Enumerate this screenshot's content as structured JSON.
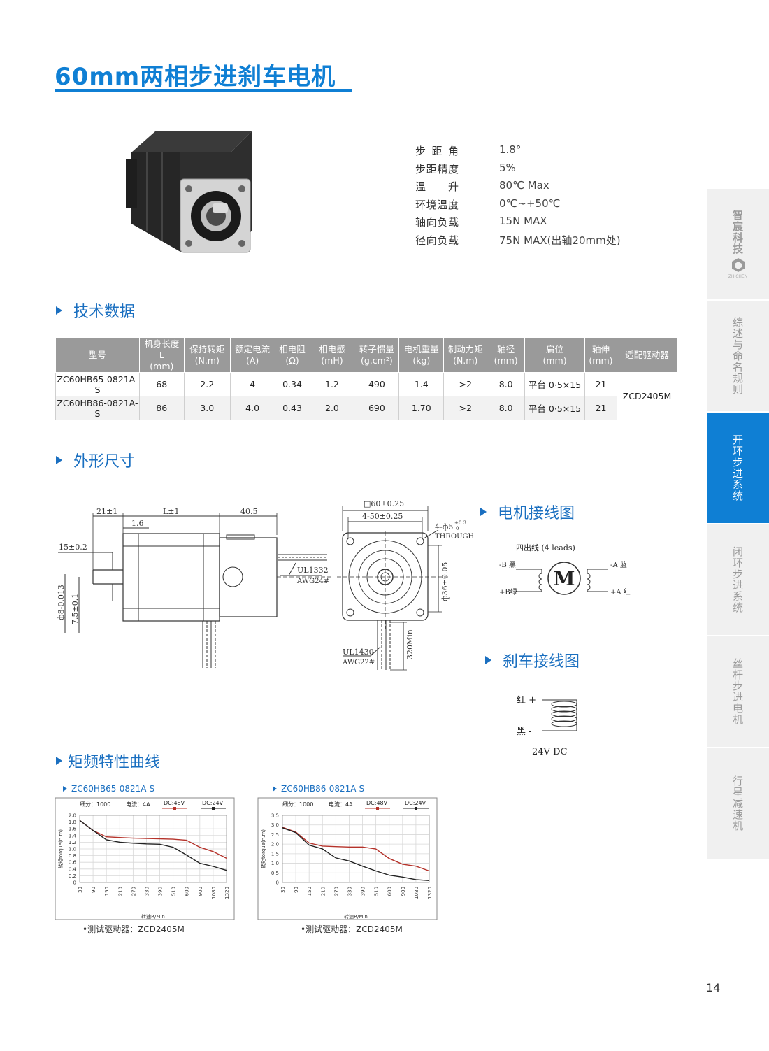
{
  "page": {
    "title": "60mm两相步进刹车电机",
    "page_number": "14"
  },
  "specs": [
    {
      "label": "步距角",
      "value": "1.8°"
    },
    {
      "label": "步距精度",
      "value": "5%"
    },
    {
      "label": "温升",
      "value": "80℃ Max"
    },
    {
      "label": "环境温度",
      "value": "0℃~+50℃"
    },
    {
      "label": "轴向负载",
      "value": "15N MAX"
    },
    {
      "label": "径向负载",
      "value": "75N MAX(出轴20mm处)"
    }
  ],
  "sections": {
    "tech": "技术数据",
    "outline": "外形尺寸",
    "motor_wiring": "电机接线图",
    "brake_wiring": "刹车接线图",
    "torque": "矩频特性曲线"
  },
  "tech_table": {
    "headers": [
      [
        "型号",
        ""
      ],
      [
        "机身长度 L",
        "(mm)"
      ],
      [
        "保持转矩",
        "(N.m)"
      ],
      [
        "额定电流",
        "(A)"
      ],
      [
        "相电阻",
        "(Ω)"
      ],
      [
        "相电感",
        "(mH)"
      ],
      [
        "转子惯量",
        "(g.cm²)"
      ],
      [
        "电机重量",
        "(kg)"
      ],
      [
        "制动力矩",
        "(N.m)"
      ],
      [
        "轴径",
        "(mm)"
      ],
      [
        "扁位",
        "(mm)"
      ],
      [
        "轴伸",
        "(mm)"
      ],
      [
        "适配驱动器",
        ""
      ]
    ],
    "rows": [
      [
        "ZC60HB65-0821A-S",
        "68",
        "2.2",
        "4",
        "0.34",
        "1.2",
        "490",
        "1.4",
        ">2",
        "8.0",
        "平台 0·5×15",
        "21"
      ],
      [
        "ZC60HB86-0821A-S",
        "86",
        "3.0",
        "4.0",
        "0.43",
        "2.0",
        "690",
        "1.70",
        ">2",
        "8.0",
        "平台 0·5×15",
        "21"
      ]
    ],
    "driver": "ZCD2405M"
  },
  "side_drawing": {
    "dim_21": "21±1",
    "dim_L": "L±1",
    "dim_405": "40.5",
    "dim_16": "1.6",
    "dim_15": "15±0.2",
    "dim_shaft": "ф8-0.013",
    "dim_75": "7.5±0.1",
    "cable1": "UL1332",
    "cable1_awg": "AWG24#"
  },
  "front_drawing": {
    "dim_60": "□60±0.25",
    "dim_450": "4-50±0.25",
    "dim_holes": "4-ф5",
    "dim_holes_tol": "+0.3",
    "dim_holes_tol2": "0",
    "through": "THROUGH",
    "dim_36": "ф36±0.05",
    "cable2": "UL1430",
    "cable2_awg": "AWG22#",
    "dim_320": "320Min"
  },
  "motor_wiring": {
    "leads_label": "四出线 (4 leads)",
    "b_minus": "-B 黑",
    "b_plus": "+B绿",
    "a_minus": "-A 蓝",
    "a_plus": "+A 红",
    "motor_letter": "M"
  },
  "brake_wiring": {
    "red": "红 +",
    "black": "黑 -",
    "voltage": "24V DC"
  },
  "sidebar": {
    "brand": "智宸科技",
    "brand_small": "ZHICHEN",
    "items": [
      "综述与命名规则",
      "开环步进系统",
      "闭环步进系统",
      "丝杆步进电机",
      "行星减速机"
    ]
  },
  "chart_data": [
    {
      "type": "line",
      "title": "ZC60HB65-0821A-S",
      "note": "•测试驱动器：ZCD2405M",
      "legend_subdiv": "细分：1000",
      "legend_current": "电流：4A",
      "xlabel": "转速R/Min",
      "ylabel": "转矩torque(n.m)",
      "x": [
        "30",
        "90",
        "150",
        "210",
        "270",
        "330",
        "390",
        "510",
        "600",
        "900",
        "1080",
        "1320"
      ],
      "ylim": [
        0,
        2.0
      ],
      "yticks": [
        "0",
        "0.2",
        "0.4",
        "0.6",
        "0.8",
        "1.0",
        "1.2",
        "1.4",
        "1.6",
        "1.8",
        "2.0"
      ],
      "series": [
        {
          "name": "DC:48V",
          "color": "#b5322a",
          "values": [
            1.85,
            1.55,
            1.36,
            1.34,
            1.32,
            1.31,
            1.3,
            1.29,
            1.26,
            1.05,
            0.92,
            0.72
          ]
        },
        {
          "name": "DC:24V",
          "color": "#222222",
          "values": [
            1.85,
            1.55,
            1.27,
            1.2,
            1.17,
            1.15,
            1.14,
            1.05,
            0.82,
            0.57,
            0.48,
            0.36
          ]
        }
      ]
    },
    {
      "type": "line",
      "title": "ZC60HB86-0821A-S",
      "note": "•测试驱动器：ZCD2405M",
      "legend_subdiv": "细分：1000",
      "legend_current": "电流：4A",
      "xlabel": "转速R/Min",
      "ylabel": "转矩torque(n.m)",
      "x": [
        "30",
        "90",
        "150",
        "210",
        "270",
        "330",
        "390",
        "510",
        "600",
        "900",
        "1080",
        "1320"
      ],
      "ylim": [
        0,
        3.5
      ],
      "yticks": [
        "0",
        "0.5",
        "1.0",
        "1.5",
        "2.0",
        "2.5",
        "3.0",
        "3.5"
      ],
      "series": [
        {
          "name": "DC:48V",
          "color": "#b5322a",
          "values": [
            2.88,
            2.63,
            2.06,
            1.9,
            1.87,
            1.85,
            1.85,
            1.75,
            1.25,
            0.95,
            0.85,
            0.6
          ]
        },
        {
          "name": "DC:24V",
          "color": "#222222",
          "values": [
            2.85,
            2.6,
            1.95,
            1.75,
            1.28,
            1.12,
            0.85,
            0.6,
            0.38,
            0.28,
            0.15,
            0.1
          ]
        }
      ]
    }
  ]
}
